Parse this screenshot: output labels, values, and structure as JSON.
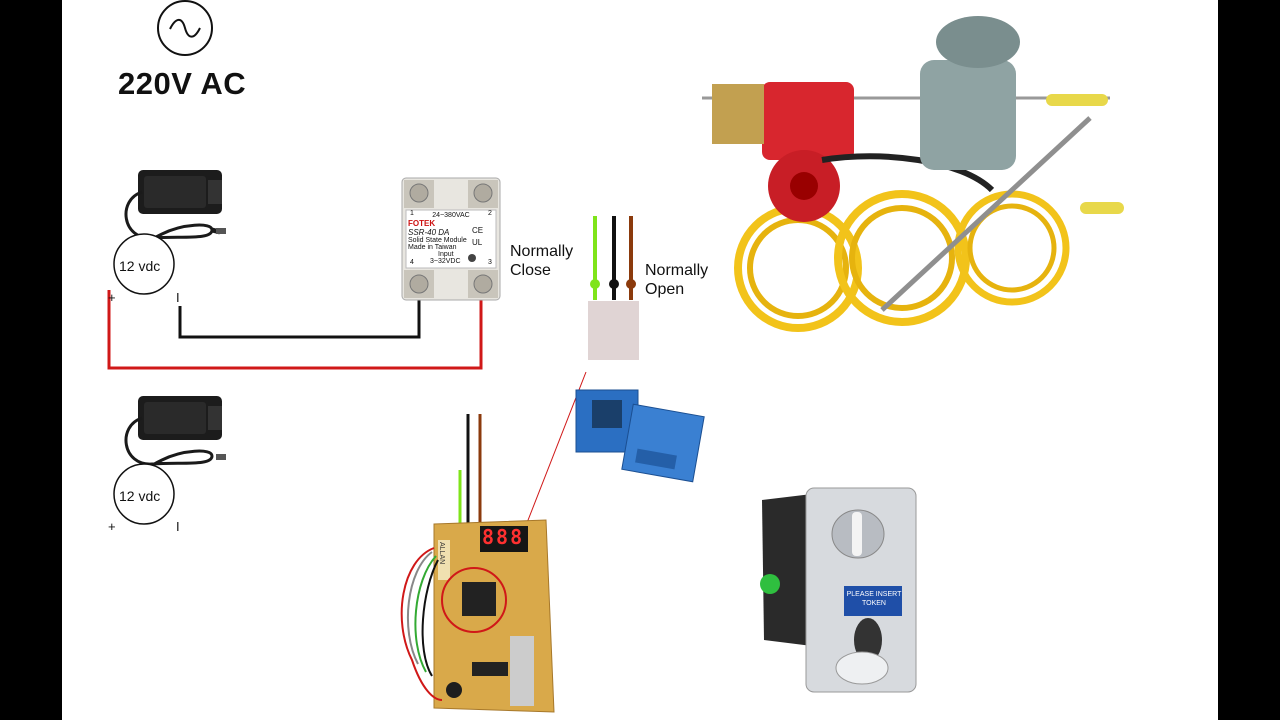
{
  "supply": {
    "label": "220V AC",
    "symbol": "ac-source"
  },
  "adapters": [
    {
      "voltage_label": "12 vdc",
      "plus": "+",
      "minus": "I"
    },
    {
      "voltage_label": "12 vdc",
      "plus": "+",
      "minus": "I"
    }
  ],
  "ssr": {
    "brand": "FOTEK",
    "model": "SSR-40 DA",
    "subtitle": "Solid State Module",
    "origin": "Made in Taiwan",
    "load_range": "24~380VAC",
    "input_label": "Input",
    "input_range": "3~32VDC",
    "terminals": [
      "1",
      "2",
      "4",
      "3"
    ],
    "marks": [
      "CE",
      "UL"
    ]
  },
  "relay_wires": {
    "nc_label": "Normally\nClose",
    "no_label": "Normally\nOpen",
    "colors": {
      "green": "#7fe41a",
      "black": "#111111",
      "brown": "#8b3a0c"
    }
  },
  "board": {
    "display": "888",
    "brand": "ALLAN"
  },
  "coin_acceptor": {
    "label": "PLEASE INSERT TOKEN"
  },
  "colors": {
    "positive_wire": "#d01818",
    "negative_wire": "#111111",
    "relay_blue": "#2b6fc2",
    "hose_yellow": "#f2c31a",
    "pump_red": "#d8262e",
    "motor_gray": "#8fa3a3"
  }
}
